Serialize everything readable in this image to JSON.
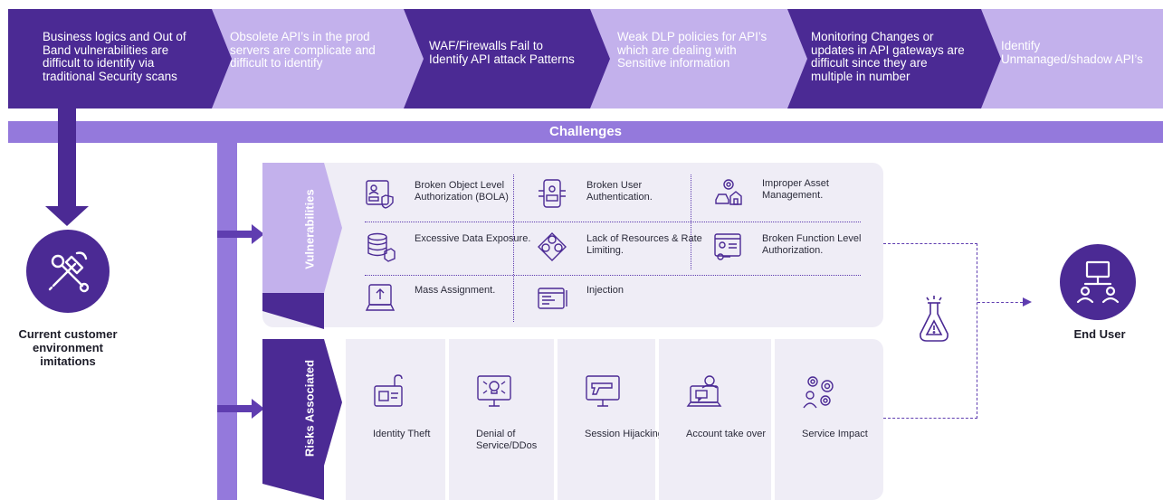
{
  "challenges_row": [
    {
      "text": "Business logics and Out of Band vulnerabilities are difficult to identify via traditional Security scans",
      "tone": "dark"
    },
    {
      "text": "Obsolete API’s in the prod servers are complicate and difficult to identify",
      "tone": "light"
    },
    {
      "text": "WAF/Firewalls Fail to Identify API attack Patterns",
      "tone": "dark"
    },
    {
      "text": "Weak DLP policies for API’s which are dealing with Sensitive information",
      "tone": "light"
    },
    {
      "text": "Monitoring Changes or updates in API gateways are difficult since they are multiple in number",
      "tone": "dark"
    },
    {
      "text": "Identify Unmanaged/shadow API’s",
      "tone": "light"
    }
  ],
  "challenges_label": "Challenges",
  "vulnerabilities": {
    "title": "Vulnerabilities",
    "items": [
      {
        "label": "Broken Object Level Authorization (BOLA)",
        "icon": "id-card-shield-icon"
      },
      {
        "label": "Broken User Authentication.",
        "icon": "phone-user-icon"
      },
      {
        "label": "Improper Asset Management.",
        "icon": "gear-car-house-icon"
      },
      {
        "label": "Excessive Data Exposure.",
        "icon": "database-box-icon"
      },
      {
        "label": "Lack of Resources & Rate Limiting.",
        "icon": "resources-money-icon"
      },
      {
        "label": "Broken Function Level Authorization.",
        "icon": "browser-key-icon"
      },
      {
        "label": "Mass Assignment.",
        "icon": "laptop-upload-icon"
      },
      {
        "label": "Injection",
        "icon": "code-window-icon"
      }
    ]
  },
  "risks": {
    "title": "Risks Associated",
    "items": [
      {
        "label": "Identity Theft",
        "icon": "id-badge-hook-icon"
      },
      {
        "label": "Denial of Service/DDos",
        "icon": "monitor-skull-icon"
      },
      {
        "label": "Session Hijacking",
        "icon": "monitor-gun-icon"
      },
      {
        "label": "Account take over",
        "icon": "laptop-hacker-icon"
      },
      {
        "label": "Service Impact",
        "icon": "gears-user-icon"
      }
    ]
  },
  "left_node": {
    "label": "Current customer environment imitations",
    "icon": "hammer-wrench-icon"
  },
  "right_node": {
    "label": "End User",
    "icon": "network-users-icon"
  },
  "warning_icon": "flask-warning-icon",
  "colors": {
    "dark": "#4b2a94",
    "light": "#c3b1ec",
    "mid": "#9479dc",
    "panel": "#efedf6"
  }
}
